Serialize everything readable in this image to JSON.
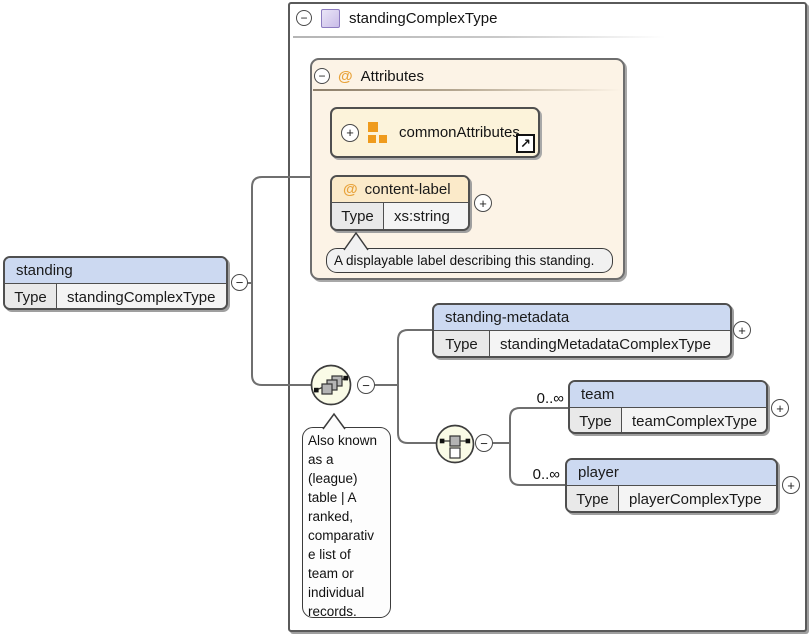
{
  "glyphs": {
    "collapse": "−",
    "expand": "+",
    "reference_arrow": "↗",
    "at": "@"
  },
  "root_type": {
    "title": "standingComplexType"
  },
  "attributes_panel": {
    "title": "Attributes"
  },
  "common_attributes": {
    "label": "commonAttributes"
  },
  "content_label": {
    "name": "content-label",
    "type_label": "Type",
    "type_value": "xs:string",
    "annotation": "A displayable label describing this standing."
  },
  "standing_element": {
    "name": "standing",
    "type_label": "Type",
    "type_value": "standingComplexType"
  },
  "sequence_annotation": "Also known\nas a\n(league)\ntable | A\nranked,\ncomparativ\ne list of\nteam or\nindividual\nrecords.",
  "standing_metadata": {
    "name": "standing-metadata",
    "type_label": "Type",
    "type_value": "standingMetadataComplexType"
  },
  "team": {
    "cardinality": "0..∞",
    "name": "team",
    "type_label": "Type",
    "type_value": "teamComplexType"
  },
  "player": {
    "cardinality": "0..∞",
    "name": "player",
    "type_label": "Type",
    "type_value": "playerComplexType"
  },
  "colors": {
    "element_header_blue": "#ccd9f1",
    "attributes_panel_bg": "#fcf3e6",
    "attribute_header_cream": "#fbeac9",
    "attribute_group_bg": "#fcf3da",
    "compositor_bg": "#fafbe7",
    "accent_orange": "#e8a33c",
    "icon_orange": "#ef9b1d",
    "complextype_icon_purple": "#c9bce8",
    "type_cell_bg": "#e9e9e9",
    "value_cell_bg": "#f4f4f4",
    "connector_gray": "#6f6f6f"
  }
}
